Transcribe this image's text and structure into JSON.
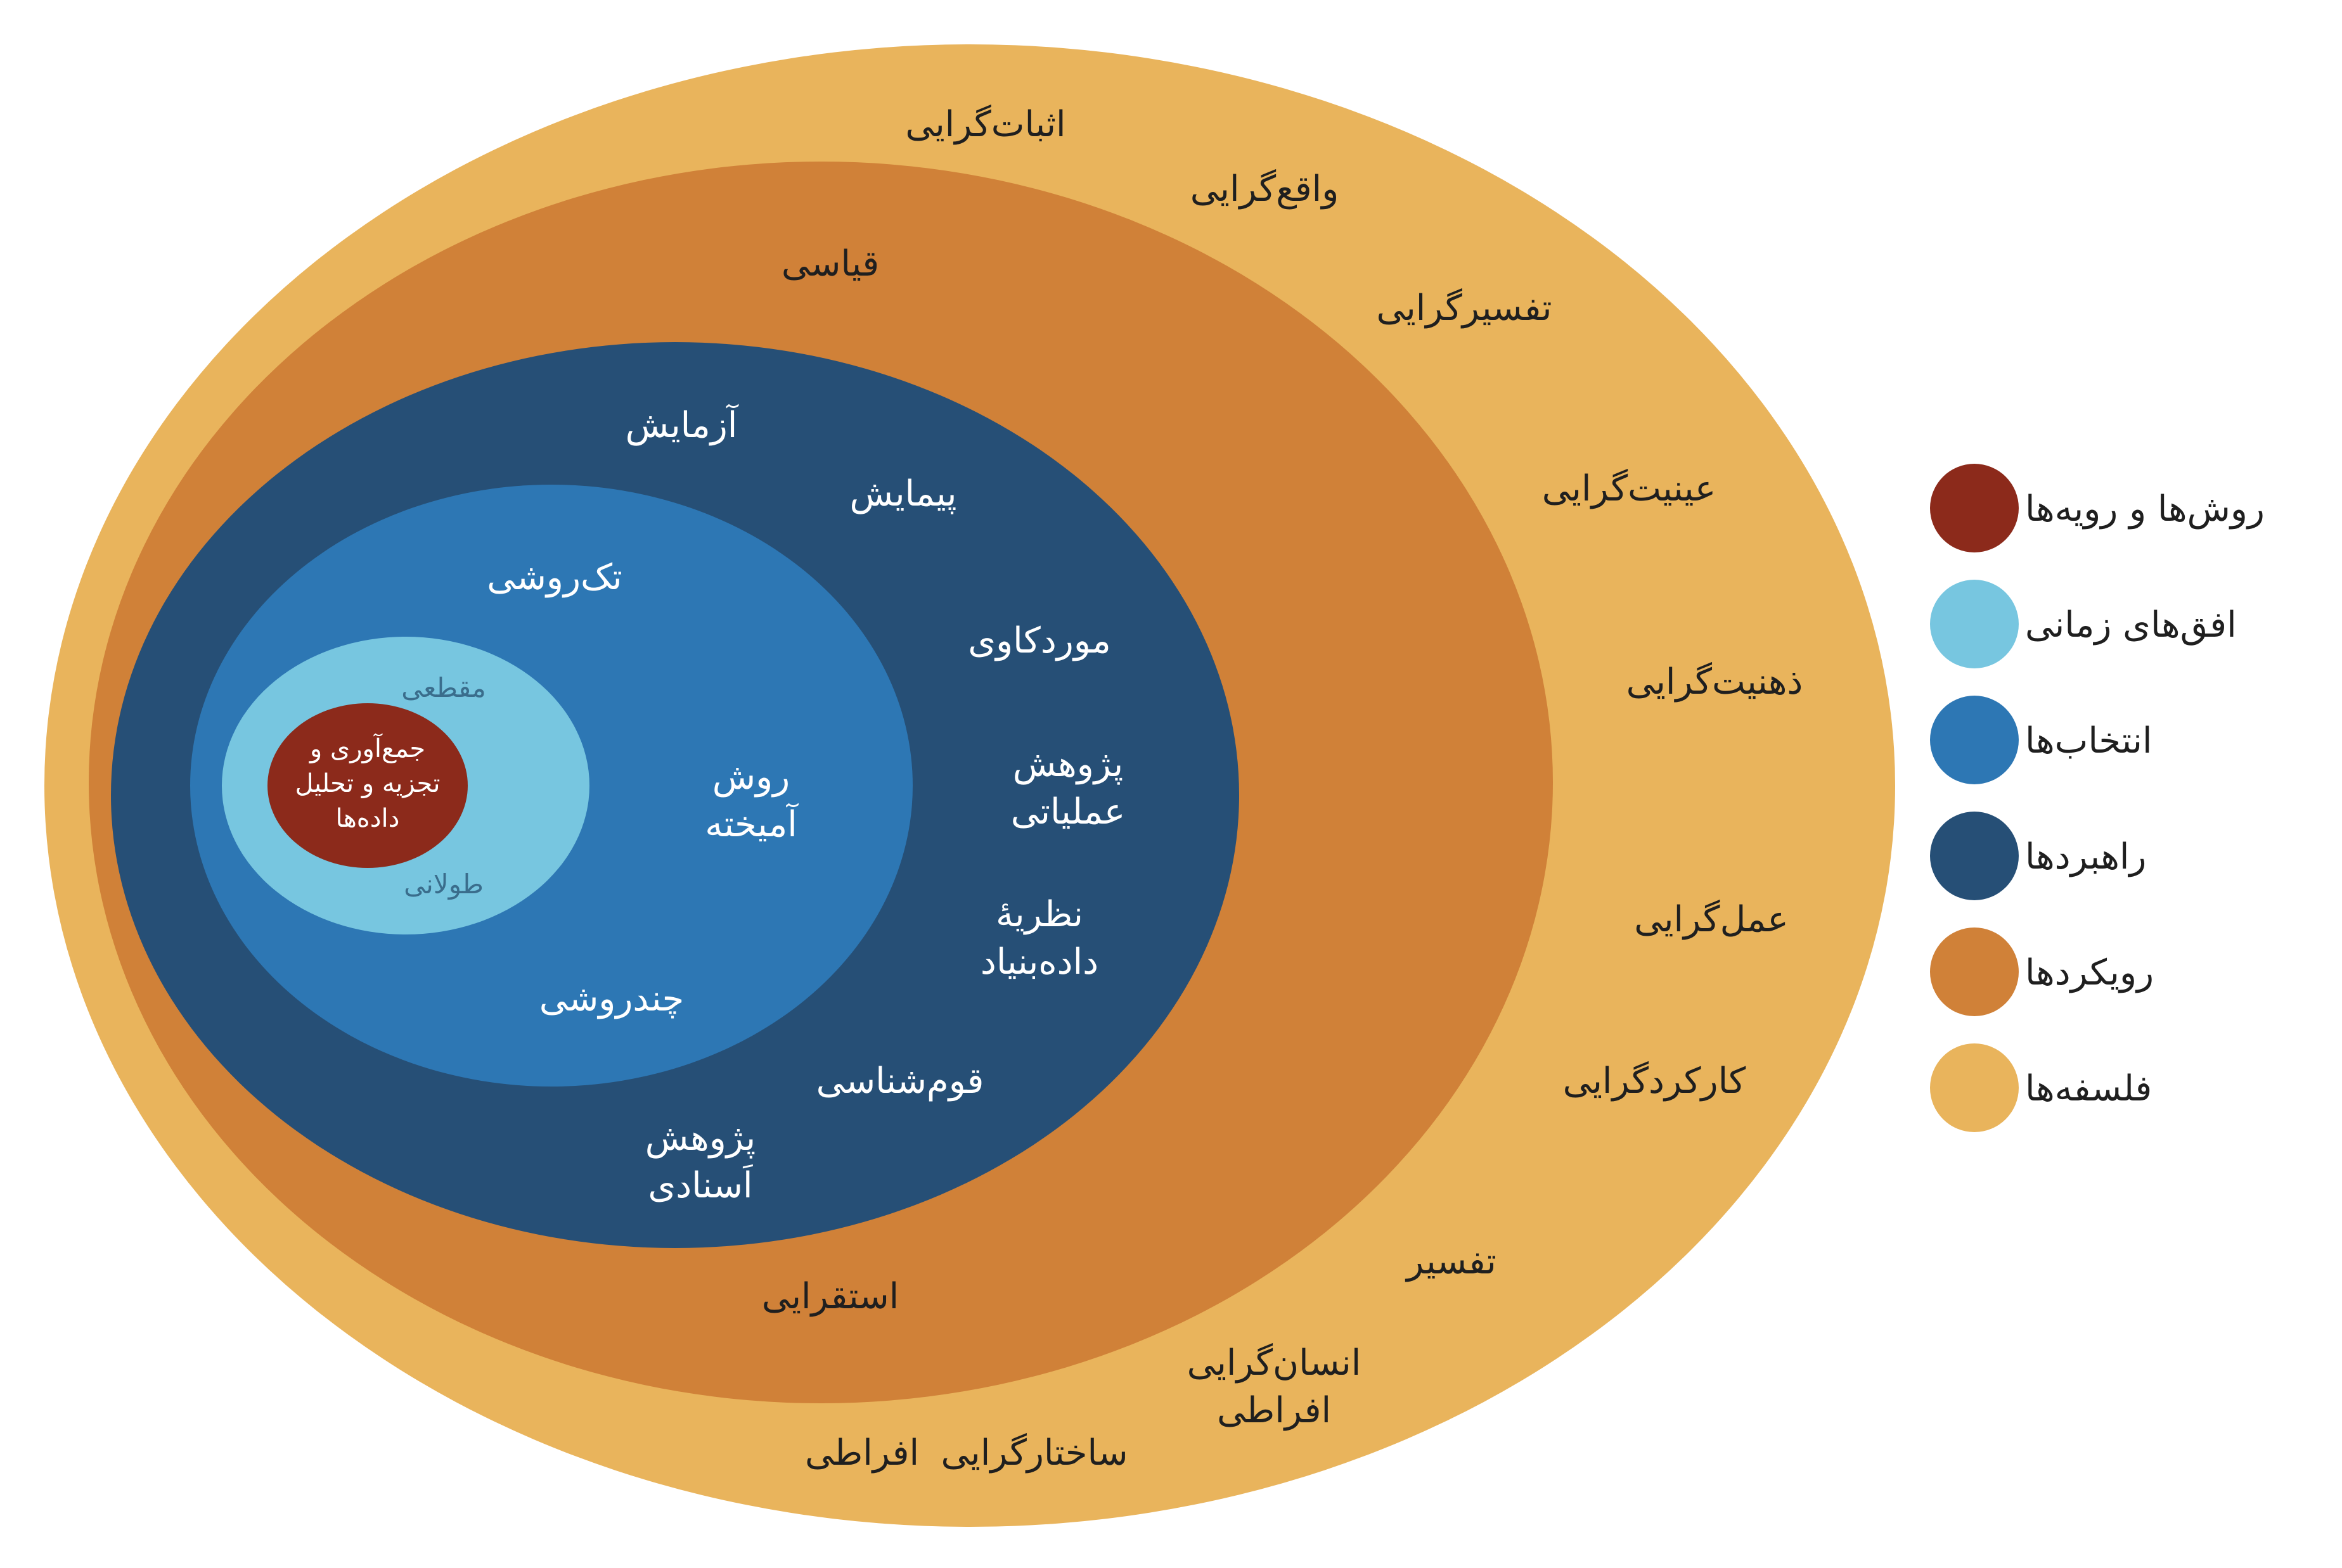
{
  "colors": {
    "philosophies": "#E9B45C",
    "approaches": "#D08138",
    "strategies": "#264F76",
    "choices": "#2D77B4",
    "time_horizons": "#77C6E0",
    "techniques": "#8C2A1B"
  },
  "philosophies": {
    "positivism": "اثبات‌گرایی",
    "realism": "واقع‌گرایی",
    "interpretivism": "تفسیرگرایی",
    "objectivism": "عینیت‌گرایی",
    "subjectivism": "ذهنیت‌گرایی",
    "pragmatism": "عمل‌گرایی",
    "functionalism": "کارکردگرایی",
    "interpretive": "تفسیر",
    "radical_humanism_1": "انسان‌گرایی",
    "radical_humanism_2": "افراطی",
    "radical_structuralism_1": "ساختارگرایی",
    "radical_structuralism_2": "افراطی"
  },
  "approaches": {
    "deductive": "قیاسی",
    "inductive": "استقرایی"
  },
  "strategies": {
    "experiment": "آزمایش",
    "survey": "پیمایش",
    "case_study": "موردکاوی",
    "action_research_1": "پژوهش",
    "action_research_2": "عملیاتی",
    "grounded_theory_1": "نظریهٔ",
    "grounded_theory_2": "داده‌بنیاد",
    "ethnography": "قوم‌شناسی",
    "archival_research_1": "پژوهش",
    "archival_research_2": "اَسنادی"
  },
  "choices": {
    "mono_method": "تک‌روشی",
    "mixed_method_1": "روش",
    "mixed_method_2": "آمیخته",
    "multi_method": "چندروشی"
  },
  "time_horizons": {
    "cross_sectional": "مقطعی",
    "longitudinal": "طولانی"
  },
  "core": {
    "line1": "جمع‌آوری و",
    "line2": "تجزیه و تحلیل",
    "line3": "داده‌ها"
  },
  "legend": [
    {
      "label": "روش‌ها و رویه‌ها",
      "color_key": "techniques"
    },
    {
      "label": "افق‌های زمانی",
      "color_key": "time_horizons"
    },
    {
      "label": "انتخاب‌ها",
      "color_key": "choices"
    },
    {
      "label": "راهبردها",
      "color_key": "strategies"
    },
    {
      "label": "رویکردها",
      "color_key": "approaches"
    },
    {
      "label": "فلسفه‌ها",
      "color_key": "philosophies"
    }
  ]
}
